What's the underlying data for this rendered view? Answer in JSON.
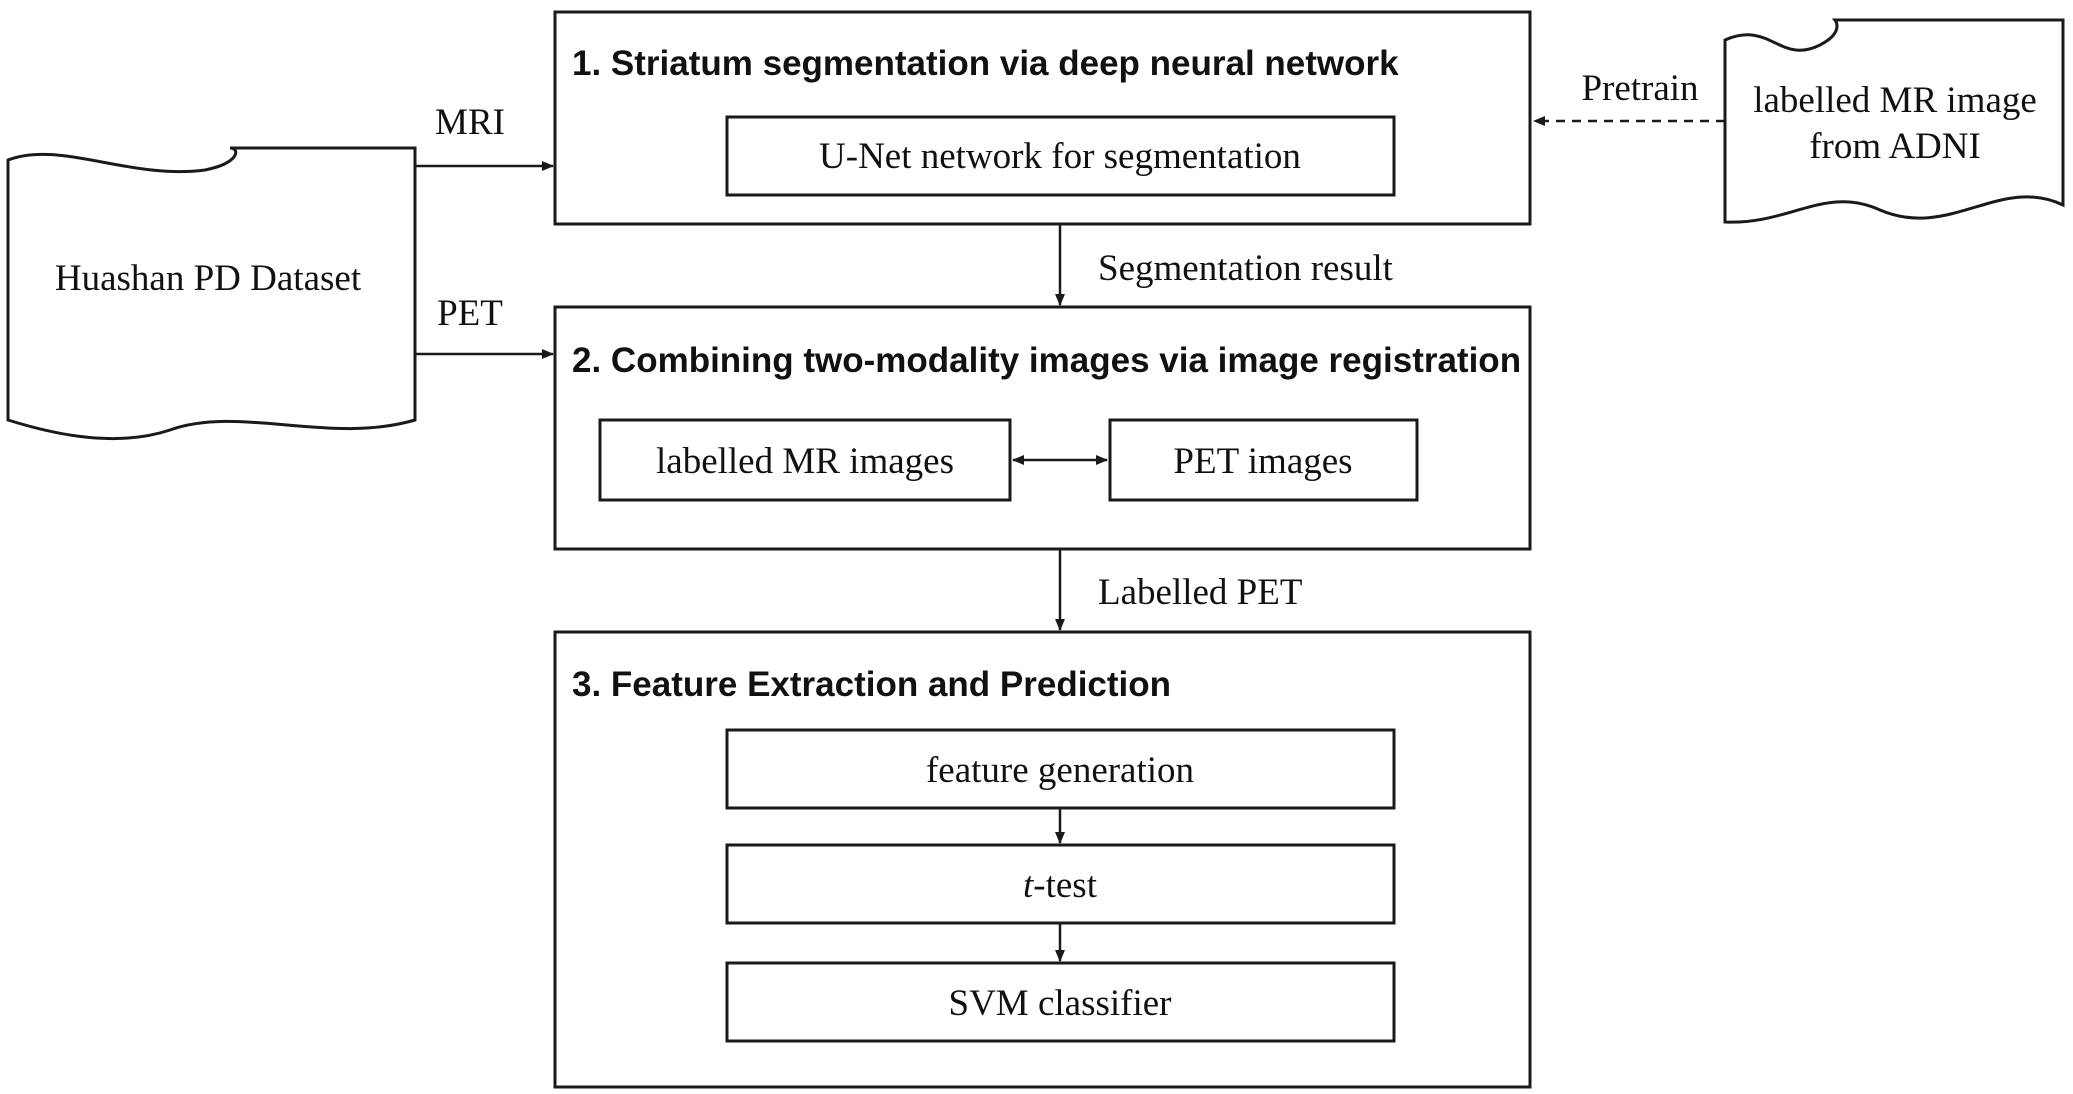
{
  "datasets": {
    "huashan": {
      "label": "Huashan PD Dataset"
    },
    "adni": {
      "line1": "labelled MR image",
      "line2": "from ADNI"
    }
  },
  "edges": {
    "mri": "MRI",
    "pet": "PET",
    "pretrain": "Pretrain",
    "segmentation_result": "Segmentation result",
    "labelled_pet": "Labelled PET"
  },
  "stage1": {
    "title": "1. Striatum segmentation via deep neural network",
    "unet": "U-Net network for segmentation"
  },
  "stage2": {
    "title": "2. Combining two-modality images  via image registration",
    "mr_images": "labelled MR images",
    "pet_images": "PET images"
  },
  "stage3": {
    "title": "3. Feature Extraction and Prediction",
    "feature_generation": "feature generation",
    "ttest_italic": "t",
    "ttest_rest": "-test",
    "svm": "SVM classifier"
  }
}
